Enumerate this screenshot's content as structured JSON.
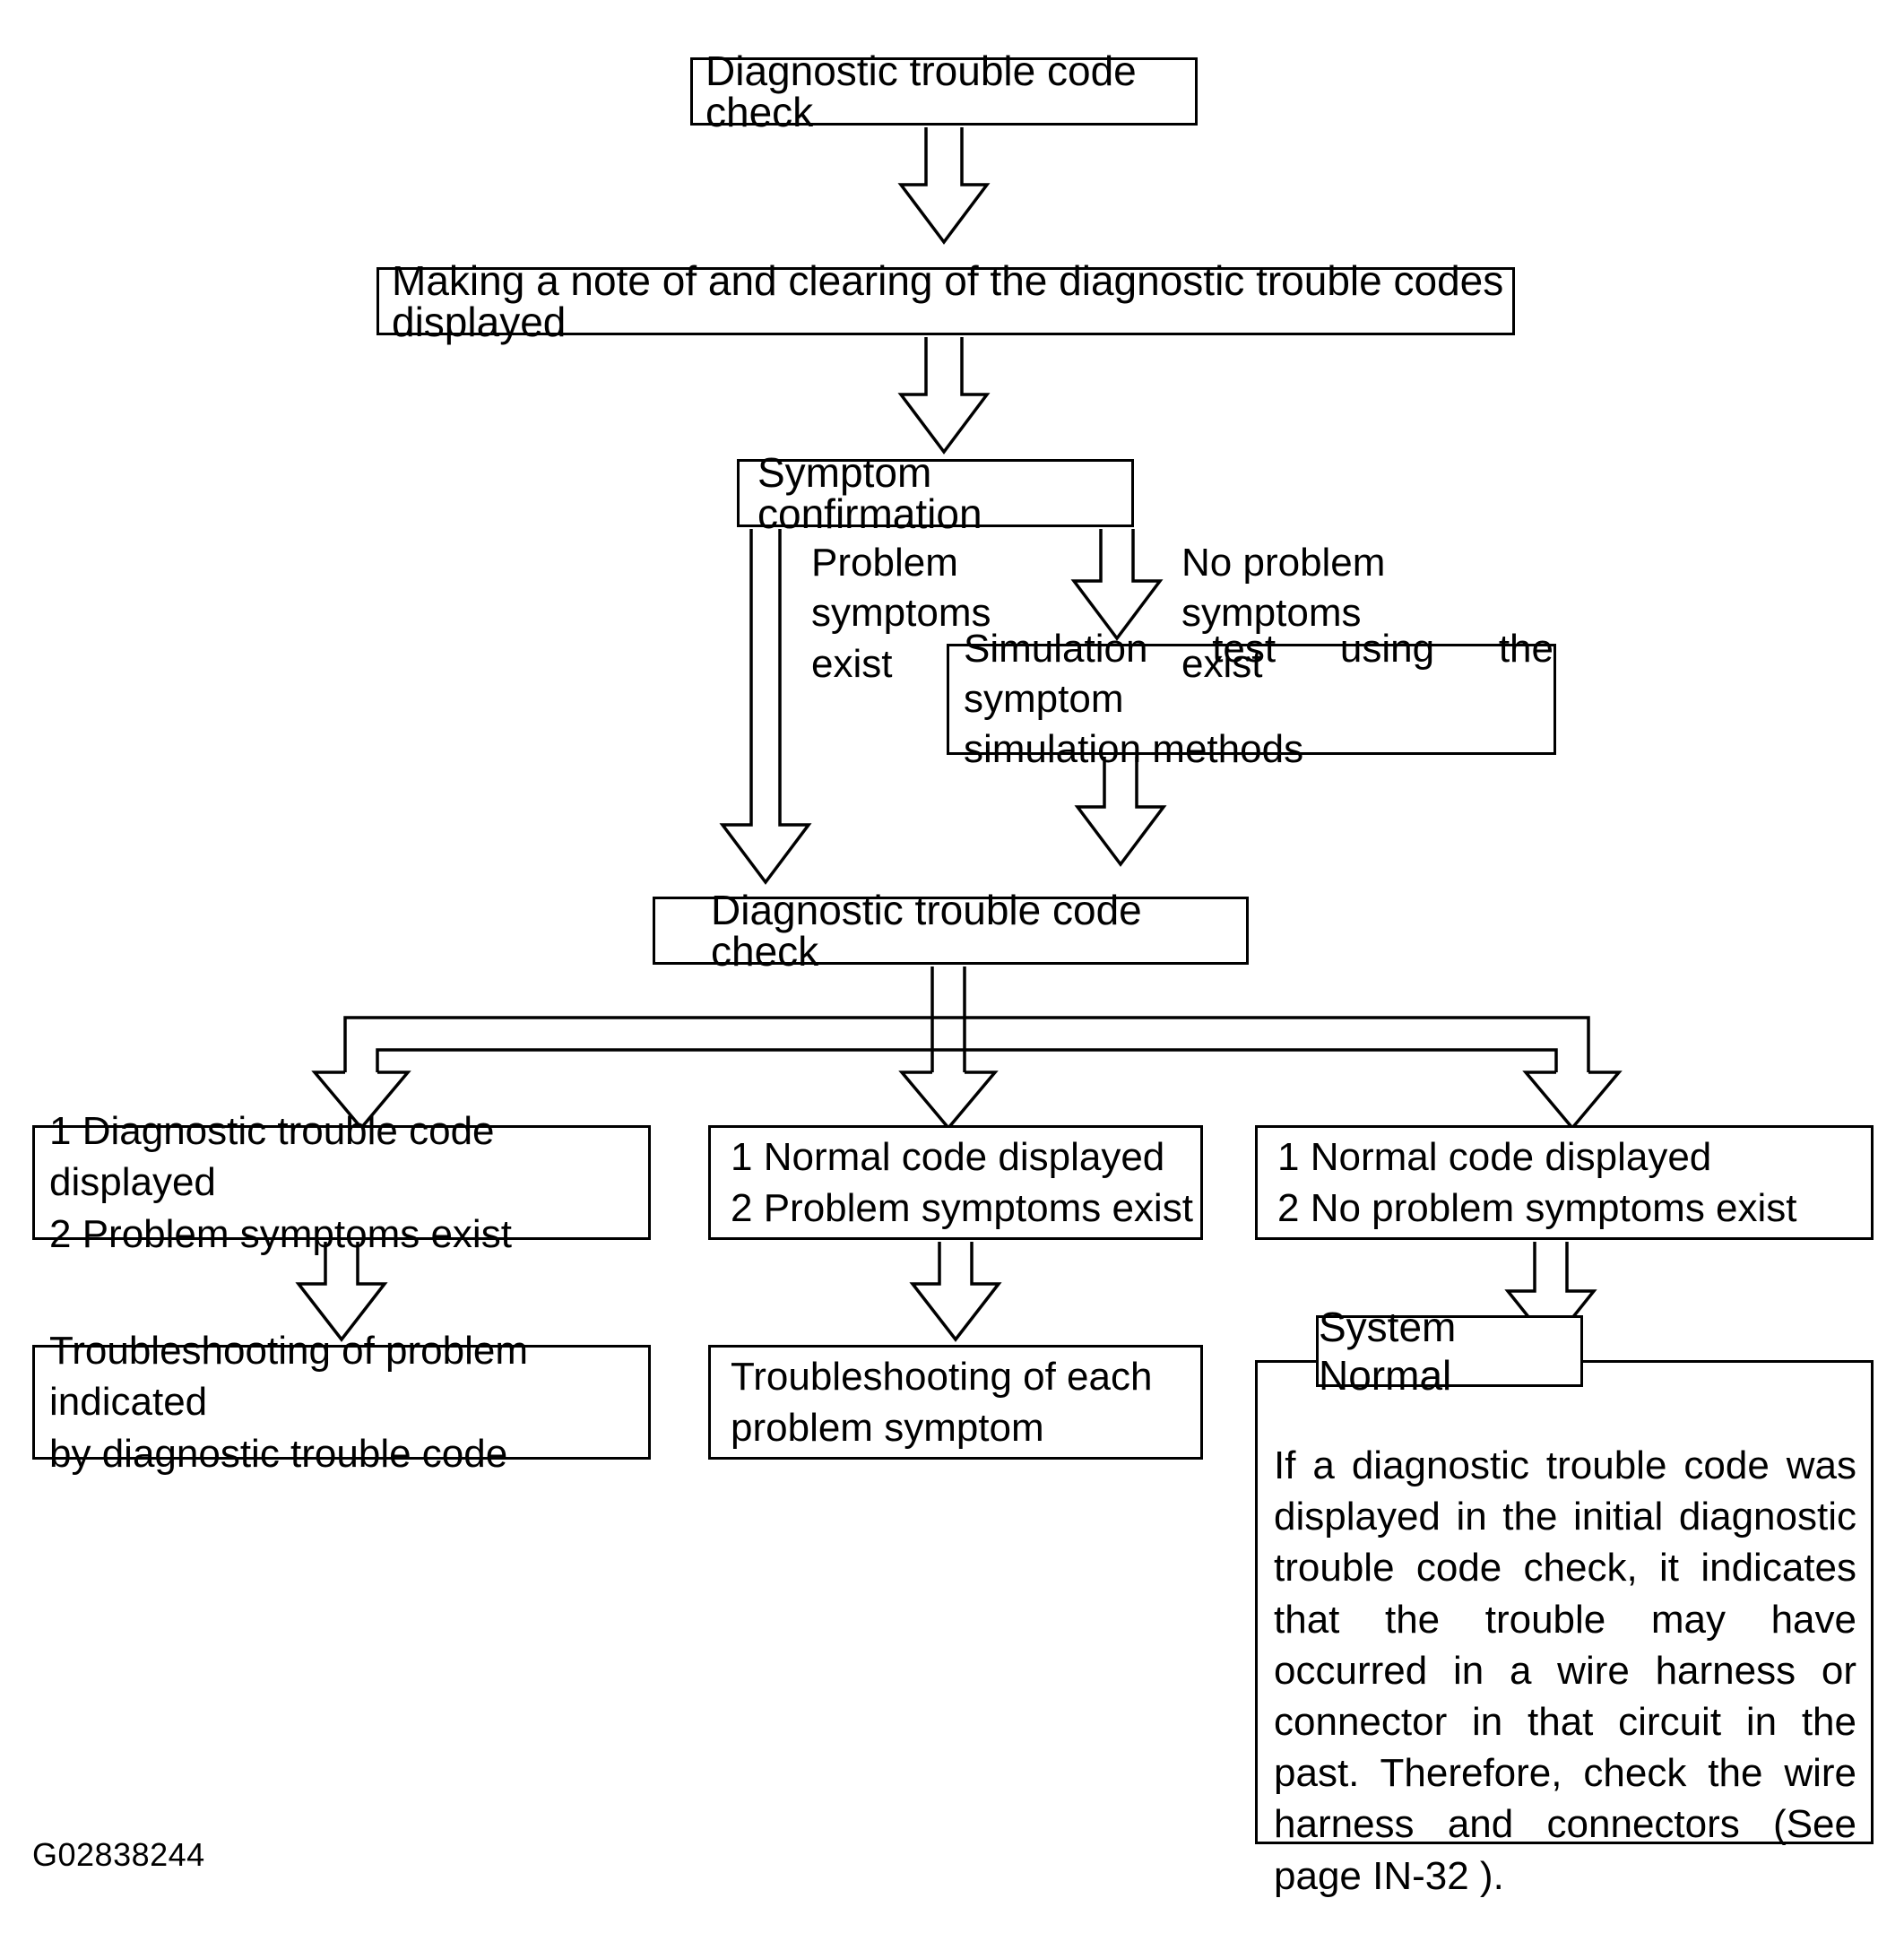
{
  "figure": {
    "id_label": "G02838244",
    "stroke_color": "#000000",
    "background_color": "#ffffff"
  },
  "nodes": {
    "start": "Diagnostic trouble code check",
    "note": "Making a note of and clearing of the diagnostic trouble codes displayed",
    "symptom_confirmation": "Symptom confirmation",
    "simulation": "Simulation test using the symptom\nsimulation methods",
    "dtc_check_2": "Diagnostic trouble code check",
    "branch_1": "1 Diagnostic trouble code displayed\n2 Problem symptoms exist",
    "branch_2": "1 Normal code displayed\n2 Problem symptoms exist",
    "branch_3": "1 Normal code displayed\n2 No problem symptoms exist",
    "result_1": "Troubleshooting of problem indicated\nby diagnostic trouble code",
    "result_2": "Troubleshooting of each\nproblem symptom",
    "system_normal_title": "System Normal",
    "system_normal_body": "If a diagnostic trouble code was displayed in the initial diagnostic trouble code check, it indicates that the trouble may have occurred in a wire harness or connector in that circuit in the past. Therefore, check the wire harness and connectors (See page IN-32 )."
  },
  "edge_labels": {
    "problem_symptoms_exist": "Problem symptoms\nexist",
    "no_problem_symptoms_exist": "No problem  symptoms\nexist"
  }
}
